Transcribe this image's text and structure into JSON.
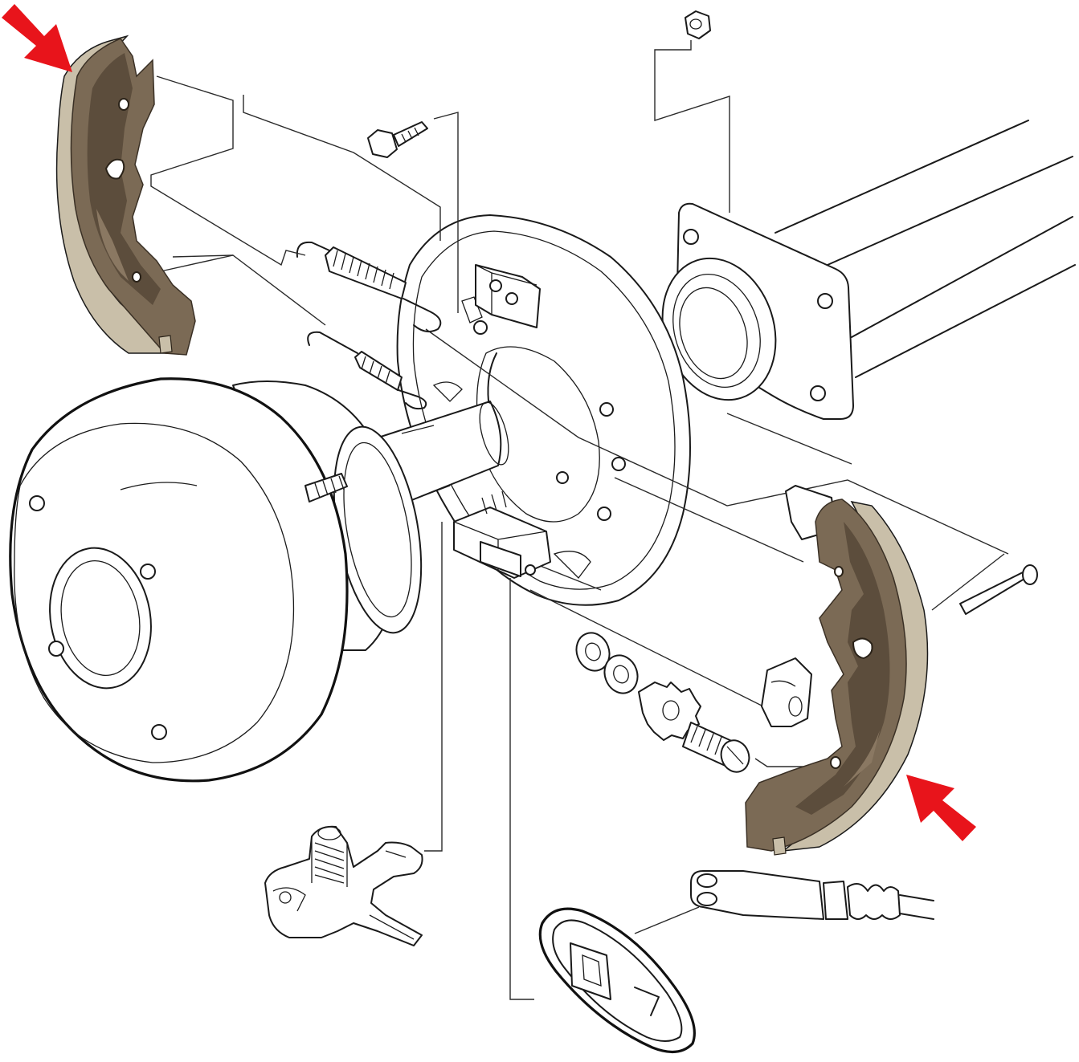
{
  "diagram": {
    "parts": [
      "brake-shoe-upper-left",
      "brake-shoe-lower-right",
      "brake-drum",
      "backing-plate",
      "axle-tube",
      "hub-flange",
      "hex-nut",
      "hex-bolt",
      "upper-return-spring",
      "lower-return-spring",
      "anchor-block",
      "wheel-stud",
      "adjuster-bracket",
      "adjuster-washer-1",
      "adjuster-washer-2",
      "star-wheel-adjuster",
      "adjuster-screw",
      "retaining-clip",
      "hold-down-pin",
      "shoe-guide-plate",
      "actuator-lever",
      "dust-boot",
      "parking-brake-cable"
    ],
    "colors": {
      "shoe": "#7b6a55",
      "shoe_dark": "#5c4d3c",
      "shoe_lining": "#c9bfa9",
      "highlight_arrow": "#e8141b",
      "line": "#1a1a1a"
    }
  }
}
